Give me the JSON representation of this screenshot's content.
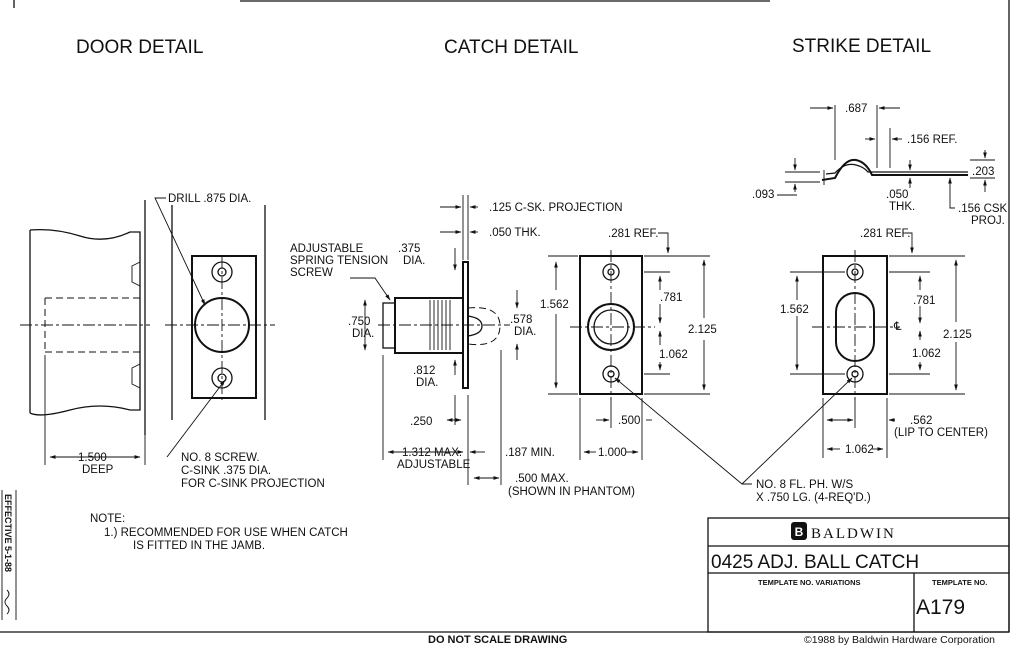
{
  "headings": {
    "door": "DOOR DETAIL",
    "catch": "CATCH DETAIL",
    "strike": "STRIKE DETAIL"
  },
  "door_detail": {
    "drill": "DRILL .875 DIA.",
    "depth": "1.500",
    "depth_sub": "DEEP",
    "screw_1": "NO. 8 SCREW.",
    "screw_2": "C-SINK  .375 DIA.",
    "screw_3": "FOR C-SINK PROJECTION"
  },
  "catch_detail": {
    "csk_proj": ".125 C-SK. PROJECTION",
    "thk": ".050 THK.",
    "adj_1": "ADJUSTABLE",
    "adj_2": "SPRING TENSION",
    "adj_3": "SCREW",
    "d375": ".375",
    "d375_sub": "DIA.",
    "d750": ".750",
    "d750_sub": "DIA.",
    "d578": ".578",
    "d578_sub": "DIA.",
    "d812": ".812",
    "d812_sub": "DIA.",
    "d250": ".250",
    "max1312": "1.312 MAX.",
    "max1312_sub": "ADJUSTABLE",
    "min187": ".187 MIN.",
    "max500": ".500 MAX.",
    "max500_sub": "(SHOWN IN PHANTOM)",
    "ref281": ".281 REF.",
    "h1562": "1.562",
    "h781": ".781",
    "h1062": "1.062",
    "h2125": "2.125",
    "w500": ".500",
    "w1000": "1.000"
  },
  "strike_detail": {
    "w687": ".687",
    "ref156": ".156 REF.",
    "d203": ".203",
    "d093": ".093",
    "thk050": ".050",
    "thk050_sub": "THK.",
    "csk156": ".156 CSK",
    "csk156_sub": "PROJ.",
    "ref281": ".281 REF.",
    "h1562": "1.562",
    "h781": ".781",
    "h1062": "1.062",
    "h2125": "2.125",
    "cl": "℄",
    "lip562": ".562",
    "lip562_sub": "(LIP TO CENTER)",
    "w1062": "1.062",
    "screw_1": "NO. 8 FL. PH. W/S",
    "screw_2": "X .750 LG. (4-REQ'D.)"
  },
  "note": {
    "title": "NOTE:",
    "line1": "1.) RECOMMENDED FOR USE WHEN CATCH",
    "line2": "IS FITTED IN THE JAMB."
  },
  "side_stamp": "EFFECTIVE 5-1-88",
  "title_block": {
    "brand": "BALDWIN",
    "brand_mark": "B",
    "product": "0425 ADJ. BALL CATCH",
    "variations_label": "TEMPLATE NO. VARIATIONS",
    "template_label": "TEMPLATE NO.",
    "template_no": "A179"
  },
  "footer": {
    "warning": "DO NOT SCALE DRAWING",
    "copyright": "©1988 by Baldwin Hardware Corporation"
  }
}
